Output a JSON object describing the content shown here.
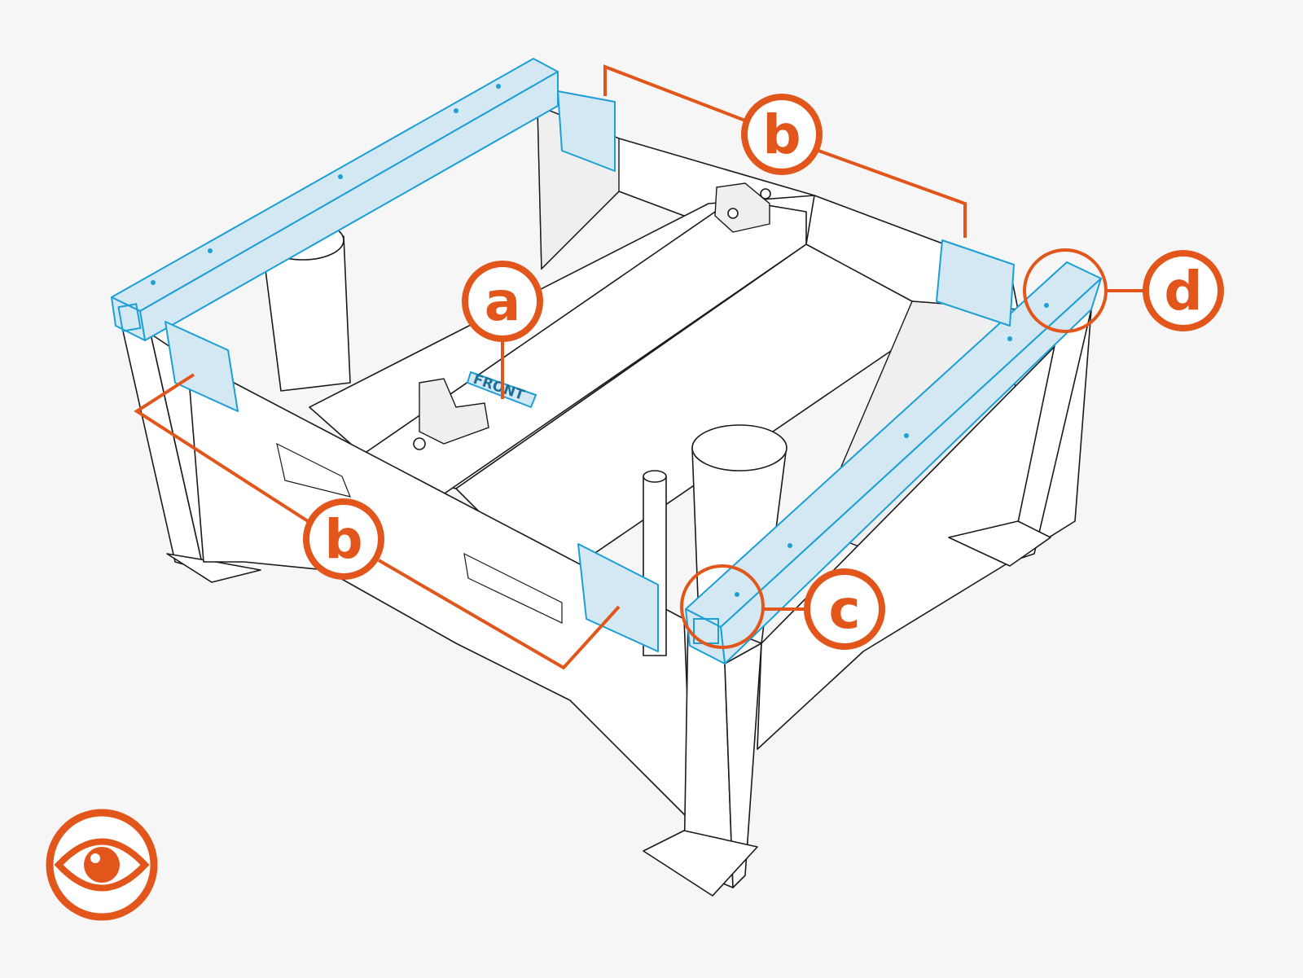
{
  "diagram": {
    "callouts": {
      "a": "a",
      "b_top": "b",
      "b_left": "b",
      "c": "c",
      "d": "d"
    },
    "front_label": "FRONT",
    "icons": {
      "view": "eye-icon"
    },
    "colors": {
      "callout": "#e2561b",
      "highlight_stroke": "#1b9fd6",
      "highlight_fill": "#d3e8f2",
      "background": "#f6f6f6"
    }
  }
}
